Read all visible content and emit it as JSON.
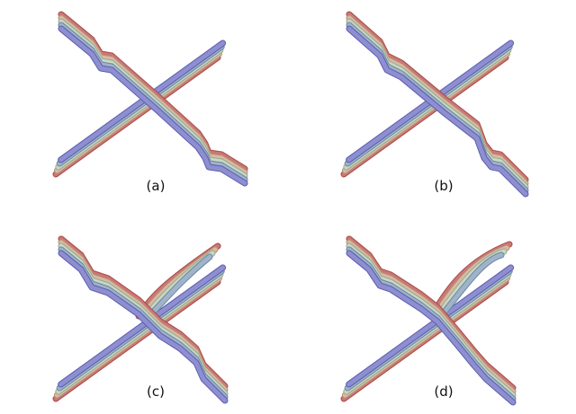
{
  "figure": {
    "panels": [
      {
        "id": "a",
        "caption": "(a)",
        "stage": 0
      },
      {
        "id": "b",
        "caption": "(b)",
        "stage": 1
      },
      {
        "id": "c",
        "caption": "(c)",
        "stage": 2
      },
      {
        "id": "d",
        "caption": "(d)",
        "stage": 3
      }
    ],
    "strand_colors": [
      "#c97876",
      "#d9b9a3",
      "#c9d8c2",
      "#9fb3c9",
      "#8e8fd0"
    ],
    "strand_edge_colors": [
      "#a94a48",
      "#b98f78",
      "#96aa8f",
      "#6d86a4",
      "#5c5db0"
    ]
  }
}
